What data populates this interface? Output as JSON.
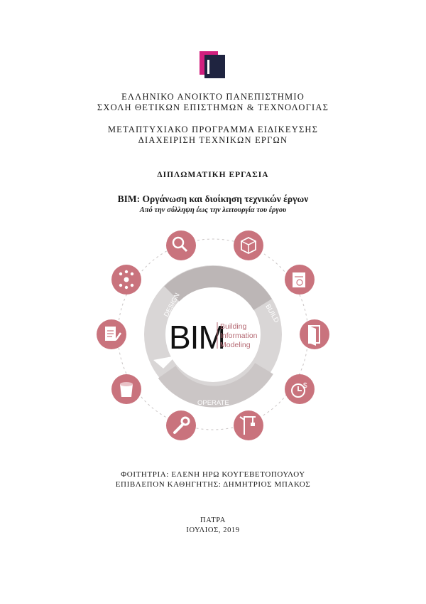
{
  "header": {
    "university": "ΕΛΛΗΝΙΚΟ ΑΝΟΙΚΤΟ ΠΑΝΕΠΙΣΤΗΜΙΟ",
    "school": "ΣΧΟΛΗ ΘΕΤΙΚΩΝ ΕΠΙΣΤΗΜΩΝ & ΤΕΧΝΟΛΟΓΙΑΣ",
    "program_line1": "ΜΕΤΑΠΤΥΧΙΑΚΟ ΠΡΟΓΡΑΜΜΑ ΕΙΔΙΚΕΥΣΗΣ",
    "program_line2": "ΔΙΑΧΕΙΡΙΣΗ ΤΕΧΝΙΚΩΝ ΕΡΓΩΝ"
  },
  "thesis": {
    "type": "ΔΙΠΛΩΜΑΤΙΚΗ ΕΡΓΑΣΙΑ",
    "title": "BIM: Οργάνωση και διοίκηση τεχνικών έργων",
    "subtitle": "Από την σύλληψη έως την λειτουργία του έργου"
  },
  "diagram": {
    "center_label": "BIM",
    "center_line1": "Building",
    "center_line2": "Information",
    "center_line3": "Modeling",
    "phase_design": "DESIGN",
    "phase_build": "BUILD",
    "phase_operate": "OPERATE",
    "colors": {
      "node": "#c9737d",
      "ring": "#d9d6d6",
      "ring_dark": "#bcb6b6",
      "brand_text": "#b56a74"
    },
    "icons": [
      "search-icon",
      "cube-icon",
      "drawing-icon",
      "door-icon",
      "clock-cost-icon",
      "crane-icon",
      "wrench-icon",
      "paint-bucket-icon",
      "document-icon",
      "network-icon"
    ]
  },
  "footer": {
    "student": "ΦΟΙΤΗΤΡΙΑ: ΕΛΕΝΗ ΗΡΩ ΚΟΥΓΕΒΕΤΟΠΟΥΛΟΥ",
    "supervisor": "ΕΠΙΒΛΕΠΟΝ ΚΑΘΗΓΗΤΗΣ:  ΔΗΜΗΤΡΙΟΣ ΜΠΑΚΟΣ",
    "city": "ΠΑΤΡΑ",
    "date": "ΙΟΥΛΙΟΣ, 2019"
  }
}
